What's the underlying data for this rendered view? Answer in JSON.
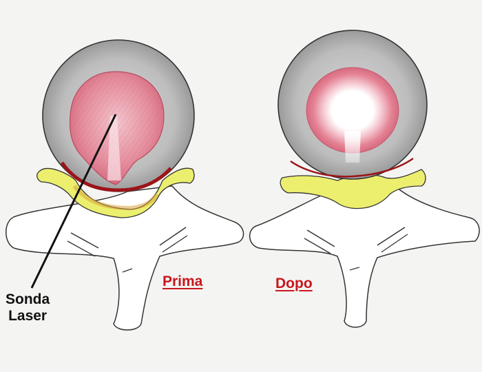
{
  "labels": {
    "before": "Prima",
    "after": "Dopo",
    "probe_line1": "Sonda",
    "probe_line2": "Laser"
  },
  "colors": {
    "background": "#f4f4f2",
    "annulus_gray": "#a9a9a9",
    "nucleus_pink": "#e4899a",
    "nerve_yellow": "#ecef6e",
    "herniation_red": "#9c1418",
    "stage_label_red": "#c8161d",
    "outline": "#333333"
  }
}
